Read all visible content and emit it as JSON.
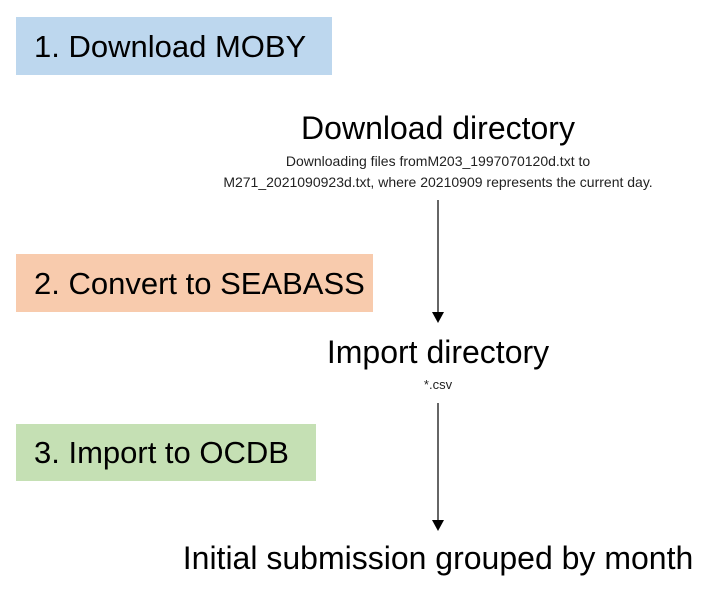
{
  "steps": [
    {
      "label": "1. Download MOBY",
      "color": "#bdd7ee"
    },
    {
      "label": "2. Convert to SEABASS",
      "color": "#f8cbad"
    },
    {
      "label": "3. Import to OCDB",
      "color": "#c5e0b4"
    }
  ],
  "download_directory": {
    "title": "Download directory",
    "note_line1": "Downloading files fromM203_1997070120d.txt to",
    "note_line2": "M271_2021090923d.txt, where 20210909 represents the current day."
  },
  "import_directory": {
    "title": "Import directory",
    "note": "*.csv"
  },
  "final_output": {
    "title": "Initial submission grouped by month"
  },
  "arrow_color": "#000000"
}
